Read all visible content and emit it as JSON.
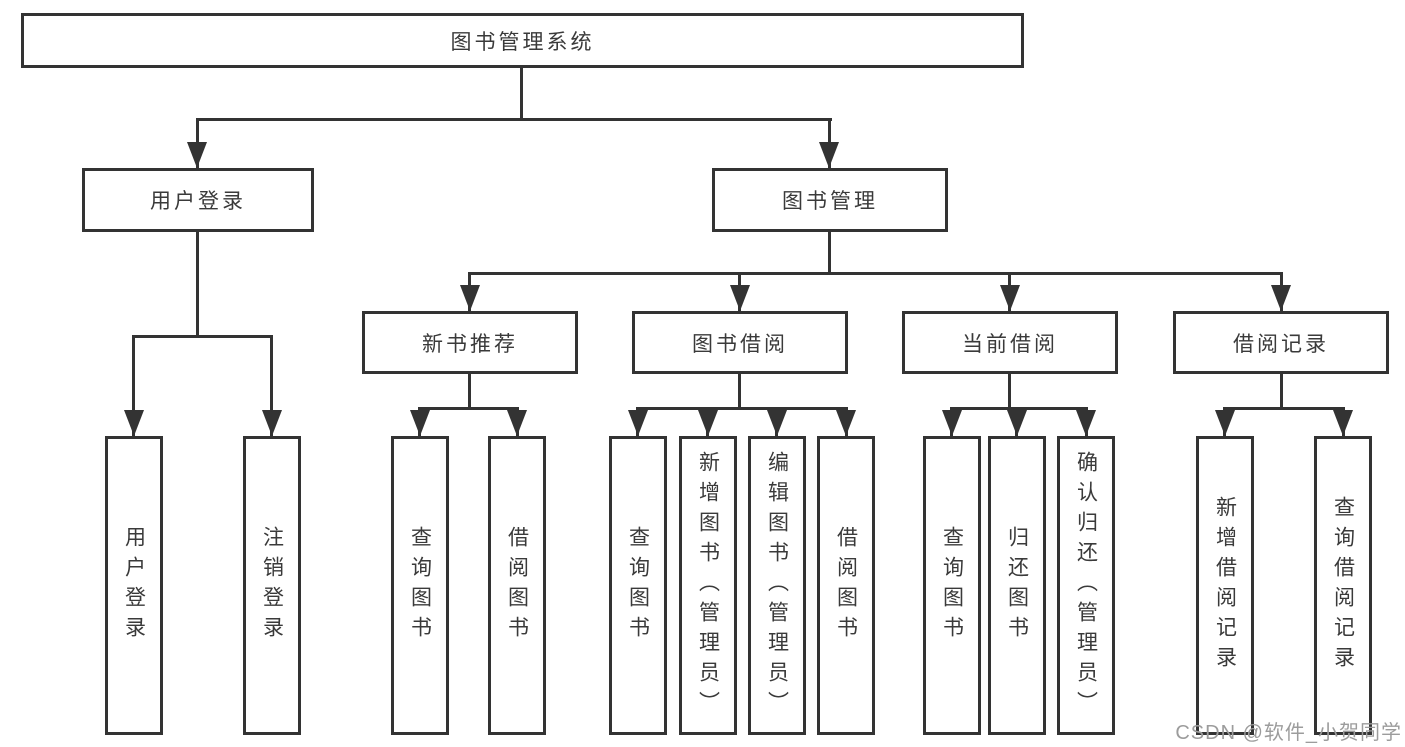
{
  "tree": {
    "label": "图书管理系统",
    "children": [
      {
        "label": "用户登录",
        "children": [
          {
            "label": "用户登录"
          },
          {
            "label": "注销登录"
          }
        ]
      },
      {
        "label": "图书管理",
        "children": [
          {
            "label": "新书推荐",
            "children": [
              {
                "label": "查询图书"
              },
              {
                "label": "借阅图书"
              }
            ]
          },
          {
            "label": "图书借阅",
            "children": [
              {
                "label": "查询图书"
              },
              {
                "label": "新增图书（管理员）"
              },
              {
                "label": "编辑图书（管理员）"
              },
              {
                "label": "借阅图书"
              }
            ]
          },
          {
            "label": "当前借阅",
            "children": [
              {
                "label": "查询图书"
              },
              {
                "label": "归还图书"
              },
              {
                "label": "确认归还（管理员）"
              }
            ]
          },
          {
            "label": "借阅记录",
            "children": [
              {
                "label": "新增借阅记录"
              },
              {
                "label": "查询借阅记录"
              }
            ]
          }
        ]
      }
    ]
  },
  "watermark": {
    "text": "CSDN @软件_小贺同学"
  },
  "colors": {
    "line": "#333333",
    "text": "#3a3a3a",
    "box_fill": "#ffffff",
    "background": "#ffffff",
    "watermark": "#9c9c9c"
  }
}
